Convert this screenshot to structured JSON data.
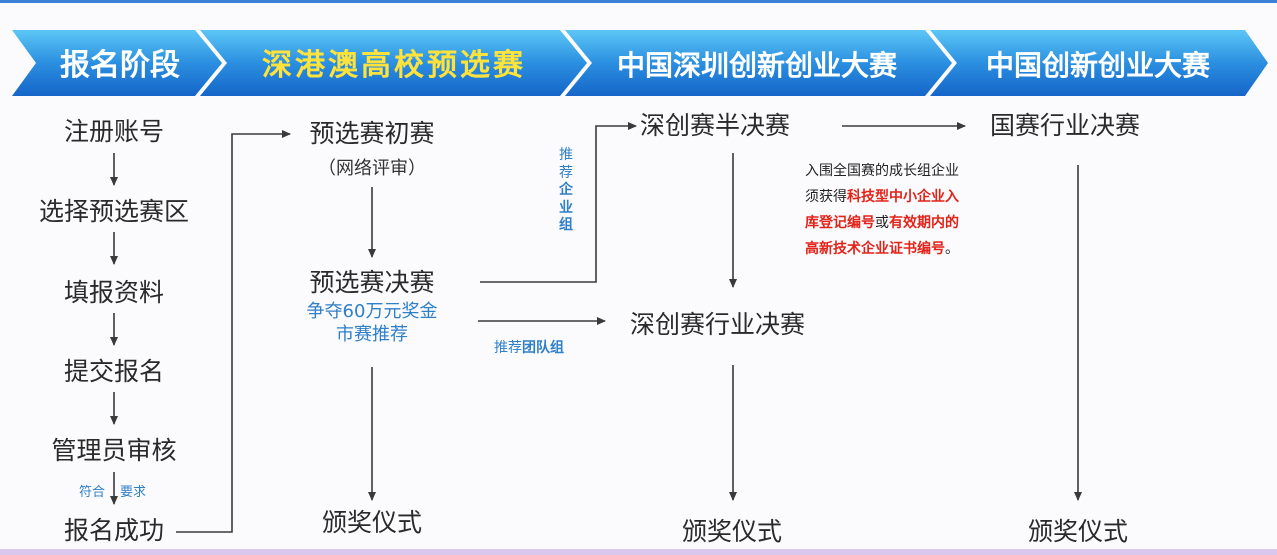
{
  "banner": {
    "stage1": "报名阶段",
    "stage2": "深港澳高校预选赛",
    "stage3": "中国深圳创新创业大赛",
    "stage4": "中国创新创业大赛"
  },
  "registration": {
    "steps": [
      "注册账号",
      "选择预选赛区",
      "填报资料",
      "提交报名",
      "管理员审核"
    ],
    "requirement_a": "符合",
    "requirement_b": "要求",
    "success": "报名成功"
  },
  "preliminary": {
    "first_round": "预选赛初赛",
    "first_round_sub": "（网络评审）",
    "final": "预选赛决赛",
    "prize_line1": "争夺60万元奖金",
    "prize_line2": "市赛推荐",
    "award": "颁奖仪式"
  },
  "shenzhen": {
    "semifinal": "深创赛半决赛",
    "industry_final": "深创赛行业决赛",
    "award": "颁奖仪式",
    "recommend_enterprise": [
      "推",
      "荐",
      "企",
      "业",
      "组"
    ],
    "recommend_team_a": "推荐",
    "recommend_team_b": "团队组"
  },
  "national": {
    "industry_final": "国赛行业决赛",
    "award": "颁奖仪式",
    "note_line1": "入围全国赛的成长组企业",
    "note_line2a": "须获得",
    "note_line2b": "科技型中小企业入",
    "note_line3a": "库登记编号",
    "note_line3b": "或",
    "note_line3c": "有效期内的",
    "note_line4a": "高新技术企业证书编号",
    "note_line4b": "。"
  },
  "colors": {
    "banner_dark": "#1565c8",
    "banner_light": "#3fb2f0",
    "highlight_yellow": "#ffe23c",
    "link_blue": "#2f7fc9",
    "note_red": "#e2231a"
  }
}
